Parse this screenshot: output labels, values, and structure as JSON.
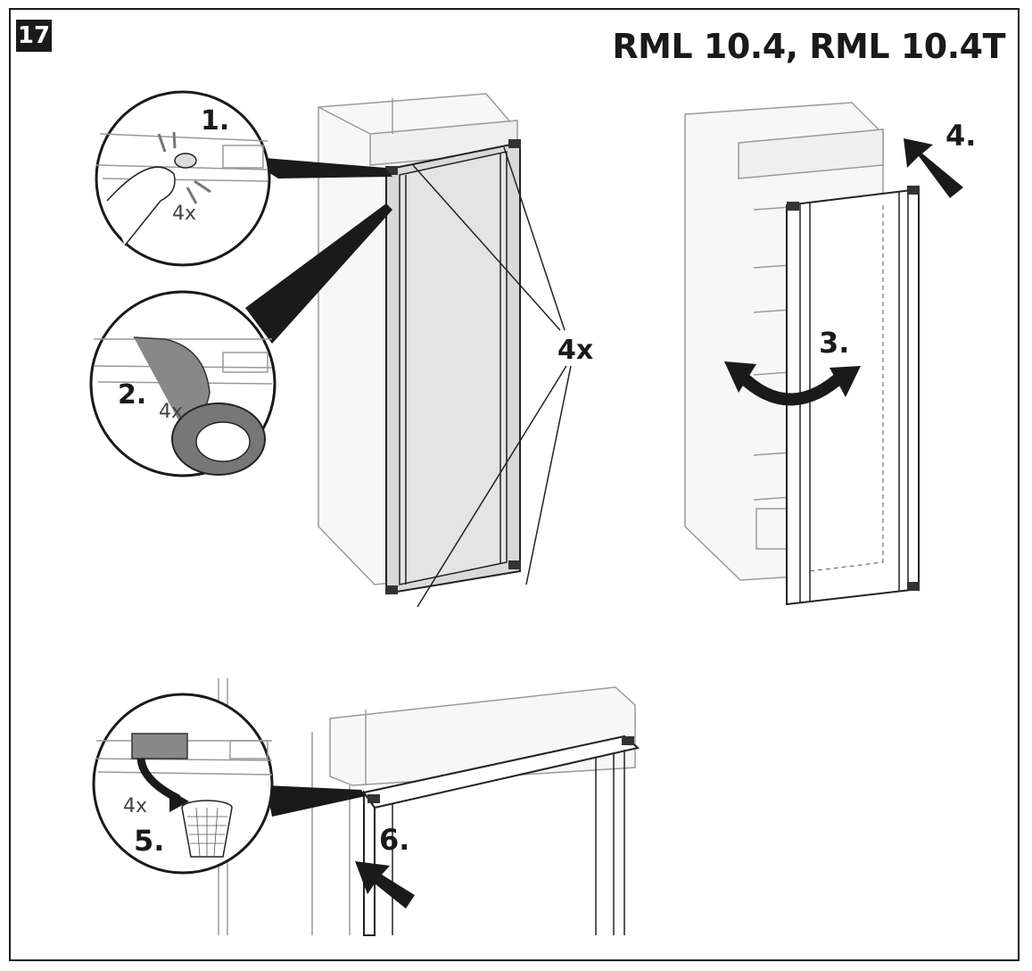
{
  "header": {
    "step_number": "17",
    "model_title": "RML 10.4, RML 10.4T"
  },
  "steps": {
    "s1": "1.",
    "s2": "2.",
    "s3": "3.",
    "s4": "4.",
    "s5": "5.",
    "s6": "6."
  },
  "counts": {
    "detail1": "4x",
    "detail2": "4x",
    "main": "4x",
    "detail5": "4x"
  }
}
